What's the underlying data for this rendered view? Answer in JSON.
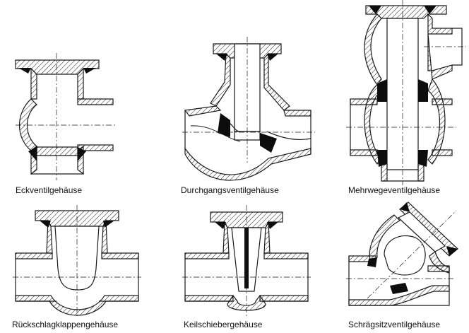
{
  "captions": {
    "eckventil": "Eckventilgehäuse",
    "durchgangsventil": "Durchgangsventilgehäuse",
    "mehrwegeventil": "Mehrwegeventilgehäuse",
    "rueckschlagklappen": "Rückschlagklappengehäuse",
    "keilschieber": "Keilschiebergehäuse",
    "schraegsitzventil": "Schrägsitzventilgehäuse"
  },
  "colors": {
    "line": "#1a1a1a",
    "hatch": "#1a1a1a",
    "seal": "#0d0d0d",
    "background": "#ffffff"
  }
}
